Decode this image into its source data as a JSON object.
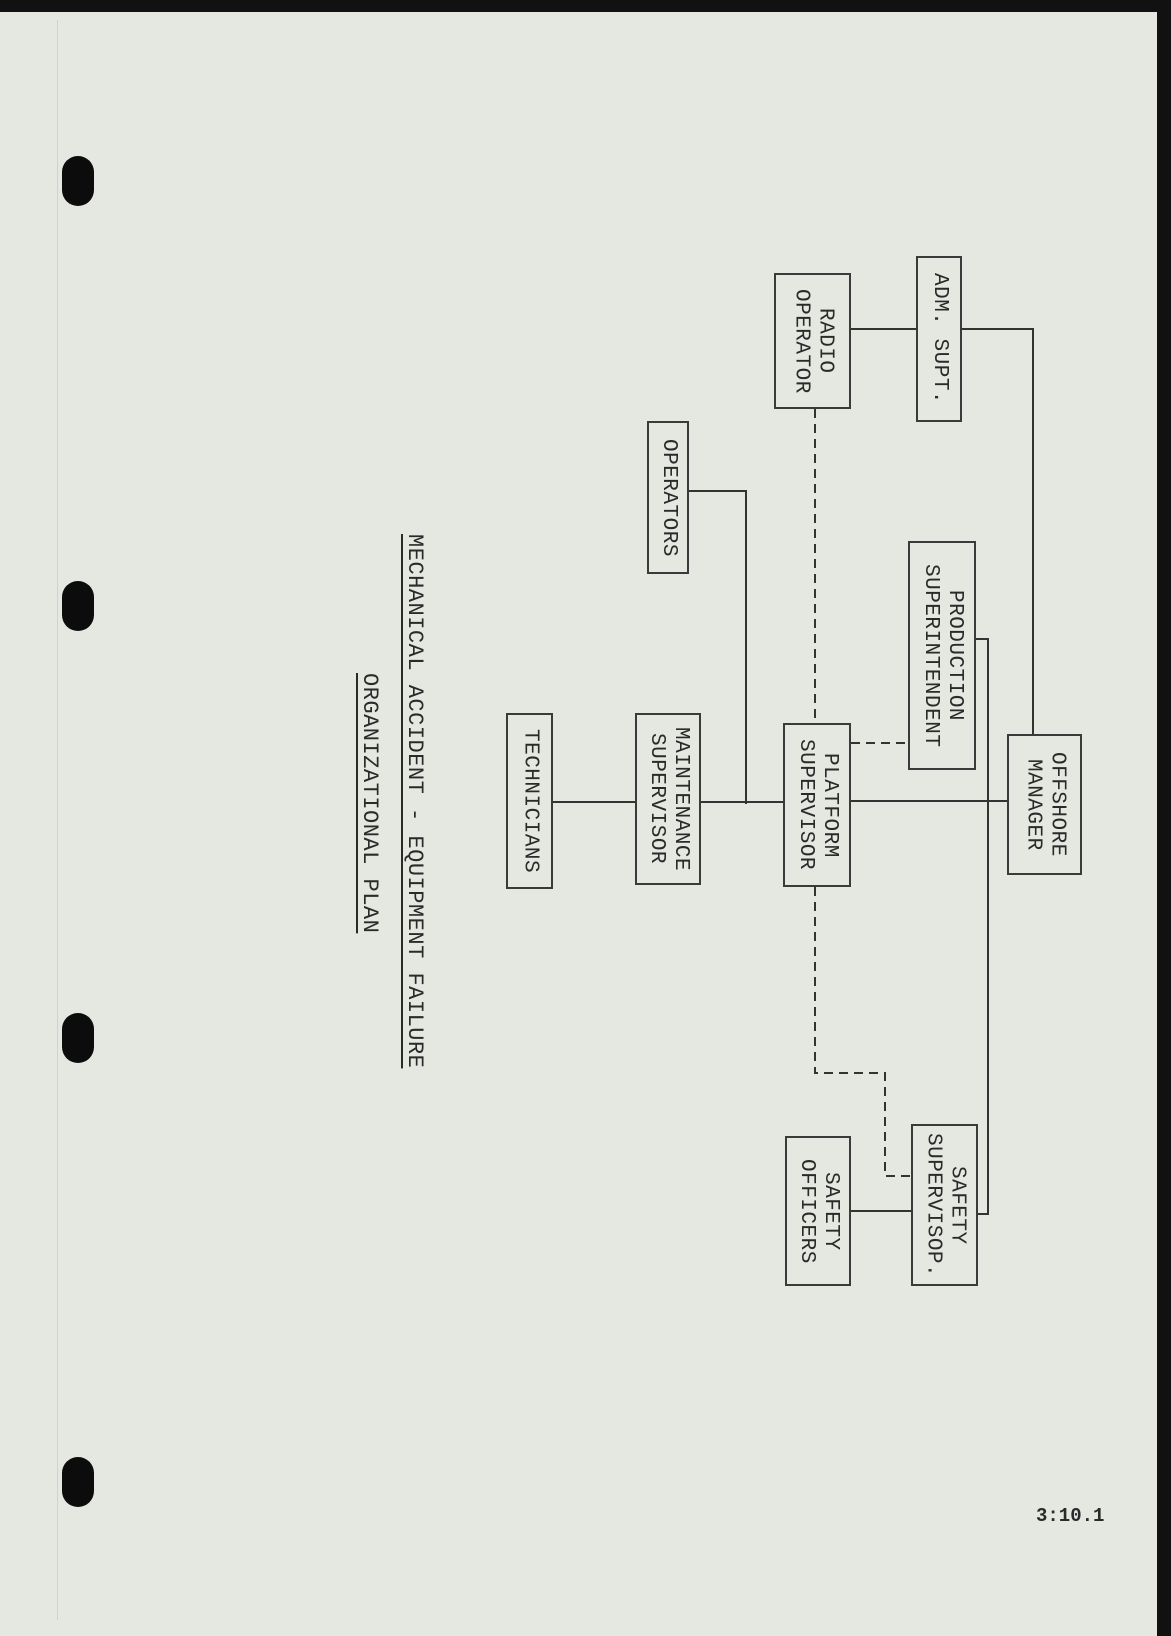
{
  "title": {
    "line1": "MECHANICAL ACCIDENT - EQUIPMENT FAILURE",
    "line2": "ORGANIZATIONAL PLAN"
  },
  "boxes": {
    "adm_supt": {
      "line1": "ADM. SUPT."
    },
    "radio_operator": {
      "line1": "RADIO",
      "line2": "OPERATOR"
    },
    "operators": {
      "line1": "OPERATORS"
    },
    "production_superintendent": {
      "line1": "PRODUCTION",
      "line2": "SUPERINTENDENT"
    },
    "offshore_manager": {
      "line1": "OFFSHORE",
      "line2": "MANAGER"
    },
    "platform_supervisor": {
      "line1": "PLATFORM",
      "line2": "SUPERVISOR"
    },
    "maintenance_supervisor": {
      "line1": "MAINTENANCE",
      "line2": "SUPERVISOR"
    },
    "technicians": {
      "line1": "TECHNICIANS"
    },
    "safety_supervisor": {
      "line1": "SAFETY",
      "line2": "SUPERVISOP."
    },
    "safety_officers": {
      "line1": "SAFETY",
      "line2": "OFFICERS"
    }
  },
  "page_number": "3:10.1",
  "colors": {
    "paper": "#e4e8e1",
    "ink": "#2a2a2a"
  }
}
